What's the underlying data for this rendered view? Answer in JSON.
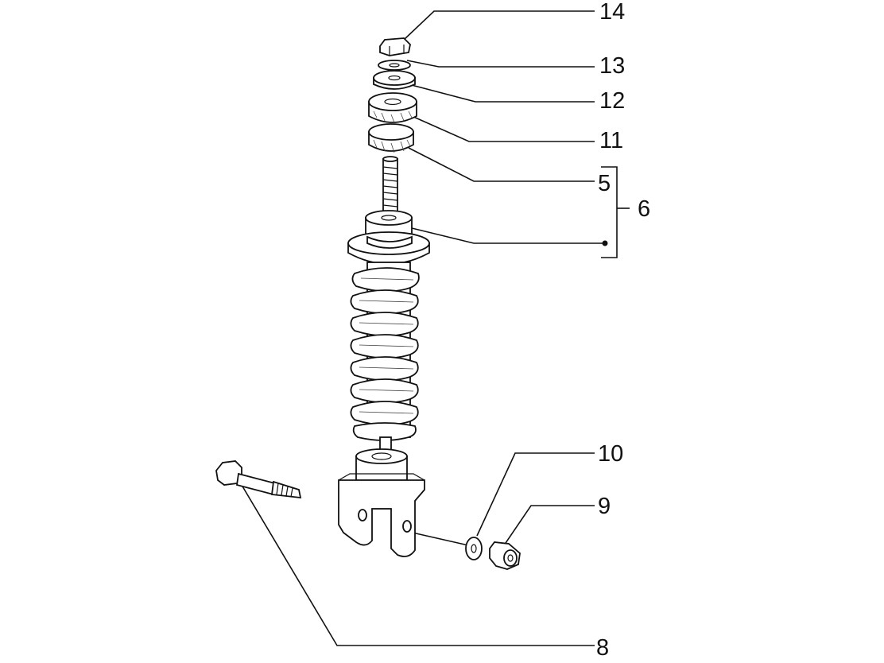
{
  "diagram": {
    "callouts": [
      {
        "id": "14",
        "text": "14"
      },
      {
        "id": "13",
        "text": "13"
      },
      {
        "id": "12",
        "text": "12"
      },
      {
        "id": "11",
        "text": "11"
      },
      {
        "id": "5",
        "text": "5"
      },
      {
        "id": "6",
        "text": "6"
      },
      {
        "id": "10",
        "text": "10"
      },
      {
        "id": "9",
        "text": "9"
      },
      {
        "id": "8",
        "text": "8"
      }
    ]
  }
}
